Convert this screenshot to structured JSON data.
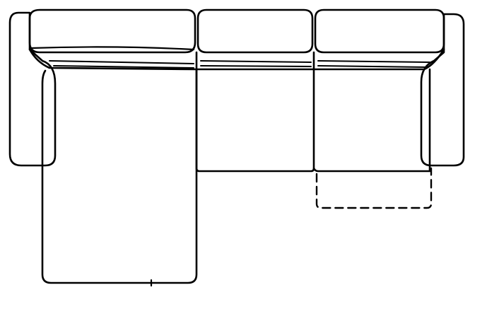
{
  "diagram": {
    "subject": "sectional-sofa-top-view",
    "line_color": "#000000",
    "background_color": "#ffffff",
    "parts": [
      "left-arm",
      "chaise-cushion",
      "back-cushion-left",
      "back-cushion-middle",
      "back-cushion-right",
      "seat-middle",
      "seat-right",
      "right-arm",
      "footrest-outline"
    ]
  }
}
